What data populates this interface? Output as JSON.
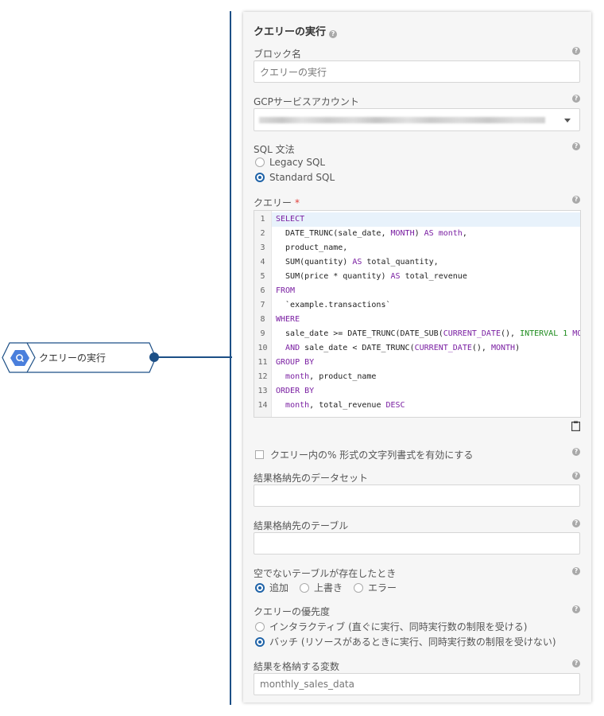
{
  "canvas": {
    "block_label": "クエリーの実行",
    "block_icon": "bigquery-icon"
  },
  "panel": {
    "title": "クエリーの実行",
    "block_name": {
      "label": "ブロック名",
      "value": "クエリーの実行"
    },
    "gcp_account": {
      "label": "GCPサービスアカウント"
    },
    "sql_syntax": {
      "label": "SQL 文法",
      "options": [
        "Legacy SQL",
        "Standard SQL"
      ],
      "selected": "Standard SQL"
    },
    "query": {
      "label": "クエリー",
      "required_mark": "*",
      "lines": [
        {
          "n": "1",
          "segs": [
            [
              "kw",
              "SELECT"
            ]
          ]
        },
        {
          "n": "2",
          "segs": [
            [
              "t",
              "  DATE_TRUNC(sale_date, "
            ],
            [
              "kw",
              "MONTH"
            ],
            [
              "t",
              ") "
            ],
            [
              "kw",
              "AS month"
            ],
            [
              "t",
              ","
            ]
          ]
        },
        {
          "n": "3",
          "segs": [
            [
              "t",
              "  product_name,"
            ]
          ]
        },
        {
          "n": "4",
          "segs": [
            [
              "t",
              "  SUM(quantity) "
            ],
            [
              "kw",
              "AS"
            ],
            [
              "t",
              " total_quantity,"
            ]
          ]
        },
        {
          "n": "5",
          "segs": [
            [
              "t",
              "  SUM(price * quantity) "
            ],
            [
              "kw",
              "AS"
            ],
            [
              "t",
              " total_revenue"
            ]
          ]
        },
        {
          "n": "6",
          "segs": [
            [
              "kw",
              "FROM"
            ]
          ]
        },
        {
          "n": "7",
          "segs": [
            [
              "t",
              "  `example.transactions`"
            ]
          ]
        },
        {
          "n": "8",
          "segs": [
            [
              "kw",
              "WHERE"
            ]
          ]
        },
        {
          "n": "9",
          "segs": [
            [
              "t",
              "  sale_date >= DATE_TRUNC(DATE_SUB("
            ],
            [
              "kw",
              "CURRENT_DATE"
            ],
            [
              "t",
              "(), "
            ],
            [
              "num",
              "INTERVAL 1"
            ],
            [
              "kw",
              " MO"
            ]
          ]
        },
        {
          "n": "10",
          "segs": [
            [
              "t",
              "  "
            ],
            [
              "kw",
              "AND"
            ],
            [
              "t",
              " sale_date < DATE_TRUNC("
            ],
            [
              "kw",
              "CURRENT_DATE"
            ],
            [
              "t",
              "(), "
            ],
            [
              "kw",
              "MONTH"
            ],
            [
              "t",
              ")"
            ]
          ]
        },
        {
          "n": "11",
          "segs": [
            [
              "kw",
              "GROUP BY"
            ]
          ]
        },
        {
          "n": "12",
          "segs": [
            [
              "t",
              "  "
            ],
            [
              "kw",
              "month"
            ],
            [
              "t",
              ", product_name"
            ]
          ]
        },
        {
          "n": "13",
          "segs": [
            [
              "kw",
              "ORDER BY"
            ]
          ]
        },
        {
          "n": "14",
          "segs": [
            [
              "t",
              "  "
            ],
            [
              "kw",
              "month"
            ],
            [
              "t",
              ", total_revenue "
            ],
            [
              "kw",
              "DESC"
            ]
          ]
        }
      ]
    },
    "percent_format": {
      "label": "クエリー内の% 形式の文字列書式を有効にする",
      "checked": false
    },
    "dest_dataset": {
      "label": "結果格納先のデータセット",
      "value": ""
    },
    "dest_table": {
      "label": "結果格納先のテーブル",
      "value": ""
    },
    "nonempty_table": {
      "label": "空でないテーブルが存在したとき",
      "options": [
        "追加",
        "上書き",
        "エラー"
      ],
      "selected": "追加"
    },
    "priority": {
      "label": "クエリーの優先度",
      "options": [
        "インタラクティブ (直ぐに実行、同時実行数の制限を受ける)",
        "バッチ (リソースがあるときに実行、同時実行数の制限を受けない)"
      ],
      "selected": "バッチ (リソースがあるときに実行、同時実行数の制限を受けない)"
    },
    "result_variable": {
      "label": "結果を格納する変数",
      "value": "monthly_sales_data"
    },
    "help_glyph": "?"
  },
  "colors": {
    "accent": "#1f63a8",
    "connector": "#1c4f86",
    "keyword": "#7a1fa2",
    "required": "#e0413c"
  }
}
